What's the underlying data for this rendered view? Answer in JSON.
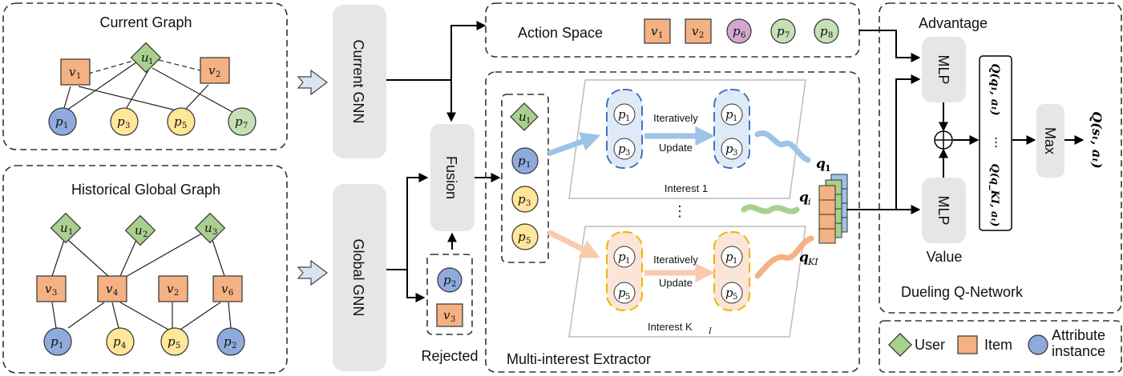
{
  "current_graph": {
    "title": "Current Graph",
    "users": [
      {
        "id": "u",
        "sub": "1"
      }
    ],
    "items": [
      {
        "id": "v",
        "sub": "1"
      },
      {
        "id": "v",
        "sub": "2"
      }
    ],
    "attributes": [
      {
        "id": "p",
        "sub": "1"
      },
      {
        "id": "p",
        "sub": "3"
      },
      {
        "id": "p",
        "sub": "5"
      },
      {
        "id": "p",
        "sub": "7"
      }
    ]
  },
  "historical_graph": {
    "title": "Historical Global Graph",
    "users": [
      {
        "id": "u",
        "sub": "1"
      },
      {
        "id": "u",
        "sub": "2"
      },
      {
        "id": "u",
        "sub": "3"
      }
    ],
    "items": [
      {
        "id": "v",
        "sub": "3"
      },
      {
        "id": "v",
        "sub": "4"
      },
      {
        "id": "v",
        "sub": "2"
      },
      {
        "id": "v",
        "sub": "6"
      }
    ],
    "attributes": [
      {
        "id": "p",
        "sub": "1"
      },
      {
        "id": "p",
        "sub": "4"
      },
      {
        "id": "p",
        "sub": "5"
      },
      {
        "id": "p",
        "sub": "2"
      }
    ]
  },
  "gnn": {
    "current": "Current GNN",
    "global": "Global GNN"
  },
  "fusion": "Fusion",
  "rejected": {
    "label": "Rejected",
    "nodes": [
      {
        "id": "p",
        "sub": "2"
      },
      {
        "id": "v",
        "sub": "3"
      }
    ]
  },
  "action_space": {
    "label": "Action Space",
    "nodes": [
      {
        "id": "v",
        "sub": "1"
      },
      {
        "id": "v",
        "sub": "2"
      },
      {
        "id": "p",
        "sub": "6"
      },
      {
        "id": "p",
        "sub": "7"
      },
      {
        "id": "p",
        "sub": "8"
      }
    ]
  },
  "extractor": {
    "label": "Multi-interest Extractor",
    "input_nodes": [
      {
        "id": "u",
        "sub": "1"
      },
      {
        "id": "p",
        "sub": "1"
      },
      {
        "id": "p",
        "sub": "3"
      },
      {
        "id": "p",
        "sub": "5"
      }
    ],
    "iteratively": "Iteratively",
    "update": "Update",
    "interest_1": "Interest 1",
    "interest_k": "Interest K",
    "interest_k_sub": "I",
    "dots": "⋮",
    "q1": "q",
    "q1_sub": "1",
    "qi": "q",
    "qi_sub": "i",
    "qk": "q",
    "qk_sub": "KI"
  },
  "dueling": {
    "label": "Dueling Q-Network",
    "advantage": "Advantage",
    "value": "Value",
    "mlp": "MLP",
    "max": "Max",
    "q_top": "Q(q₁, aₜ)",
    "q_dots": "···",
    "q_bottom": "Q(q_KI, aₜ)",
    "output": "Q(sₜ, aₜ)"
  },
  "legend": {
    "user": "User",
    "item": "Item",
    "attr1": "Attribute",
    "attr2": "instance"
  },
  "colors": {
    "user": "#a9d08e",
    "item": "#f4b183",
    "attr_blue": "#8faadc",
    "attr_yellow": "#ffe699",
    "attr_green": "#c5e0b4",
    "attr_purple": "#d5a6d0",
    "gray_box": "#e6e6e6"
  }
}
